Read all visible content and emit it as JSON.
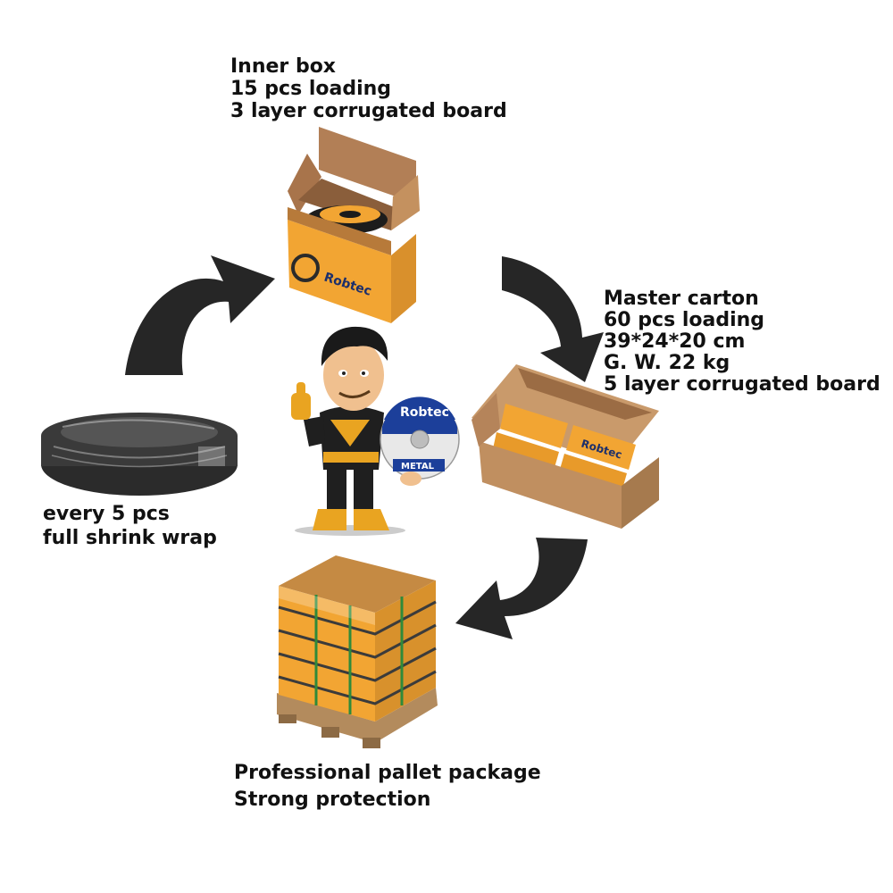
{
  "colors": {
    "arrow": "#262626",
    "cardboard": "#c99a6b",
    "cardboard_dark": "#8a5e3b",
    "brand_orange": "#f2a533",
    "wrap_dark": "#3a3a3a",
    "pallet_wood": "#b38b5d",
    "mascot_skin": "#f0c08f",
    "mascot_suit": "#1f1f1f",
    "mascot_gold": "#e9a421",
    "disc_blue": "#1c3f9a"
  },
  "icons": [
    "curved-arrow-icon"
  ],
  "inner_box": {
    "lines": [
      "Inner box",
      "15 pcs loading",
      "3 layer corrugated board"
    ],
    "brand": "Robtec"
  },
  "master_carton": {
    "lines": [
      "Master carton",
      "60 pcs loading",
      "39*24*20 cm",
      "G. W. 22 kg",
      "5 layer corrugated board"
    ],
    "brand": "Robtec"
  },
  "shrink_wrap": {
    "lines": [
      "every 5 pcs",
      "full shrink wrap"
    ]
  },
  "pallet": {
    "lines": [
      "Professional pallet package",
      "Strong protection"
    ]
  },
  "mascot": {
    "disc_brand": "Robtec",
    "disc_label": "METAL"
  }
}
